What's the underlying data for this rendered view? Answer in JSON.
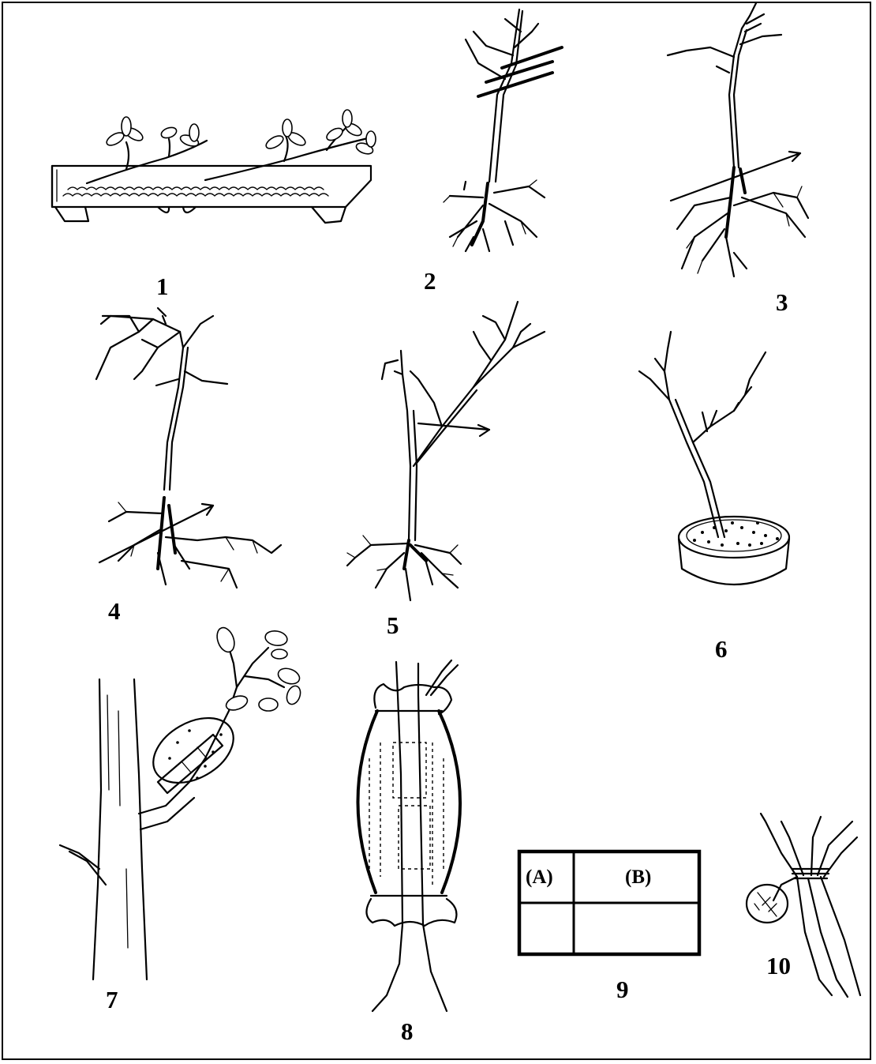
{
  "figure_labels": [
    "1",
    "2",
    "3",
    "4",
    "5",
    "6",
    "7",
    "8",
    "9",
    "10"
  ],
  "panel9": {
    "cell_a": "(A)",
    "cell_b": "(B)"
  }
}
